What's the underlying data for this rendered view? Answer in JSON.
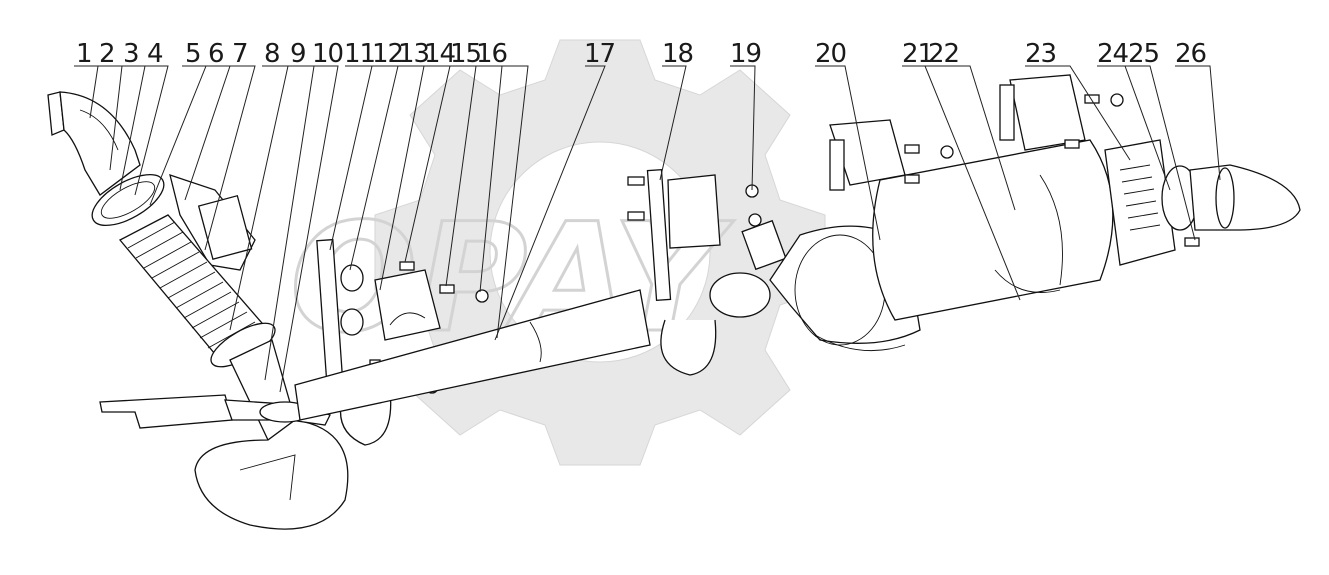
{
  "diagram": {
    "callouts": [
      "1",
      "2",
      "3",
      "4",
      "5",
      "6",
      "7",
      "8",
      "9",
      "10",
      "11",
      "12",
      "13",
      "14",
      "15",
      "16",
      "17",
      "18",
      "19",
      "20",
      "21",
      "22",
      "23",
      "24",
      "25",
      "26"
    ]
  },
  "watermark": {
    "text": "OPAY"
  },
  "colors": {
    "line": "#111111",
    "watermark": "#e6e6e6",
    "background": "#ffffff"
  }
}
